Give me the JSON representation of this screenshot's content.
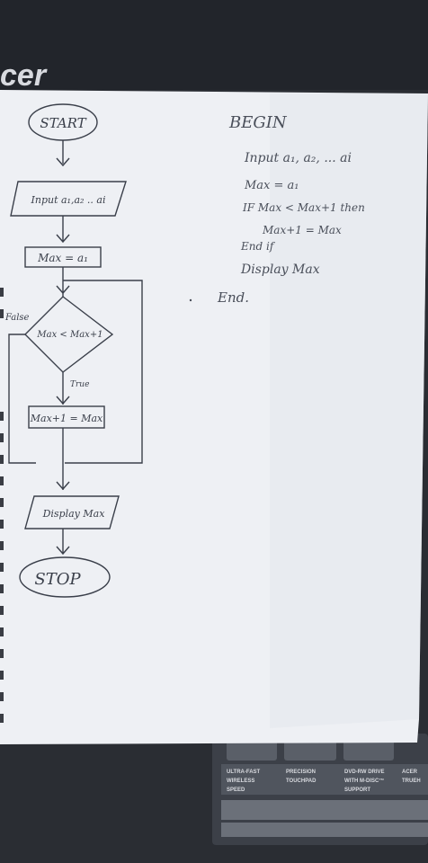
{
  "laptop": {
    "brand": "cer",
    "features": [
      {
        "line1": "ULTRA-FAST",
        "line2": "WIRELESS",
        "line3": "SPEED"
      },
      {
        "line1": "PRECISION",
        "line2": "TOUCHPAD",
        "line3": ""
      },
      {
        "line1": "DVD-RW DRIVE",
        "line2": "WITH M-DISC™",
        "line3": "SUPPORT"
      },
      {
        "line1": "ACER",
        "line2": "TRUEH",
        "line3": ""
      }
    ]
  },
  "flowchart": {
    "start": "START",
    "input": "Input a₁,a₂ .. ai",
    "assign": "Max = a₁",
    "decision": "Max < Max+1",
    "false_label": "False",
    "true_label": "True",
    "update": "Max+1 = Max",
    "display": "Display Max",
    "stop": "STOP"
  },
  "pseudocode": {
    "begin": "BEGIN",
    "line1": "Input a₁, a₂, ... ai",
    "line2": "Max = a₁",
    "line3": "IF Max < Max+1 then",
    "line4": "Max+1 = Max",
    "line5": "End if",
    "line6": "Display Max",
    "end": "End."
  },
  "colors": {
    "background": "#2a2d33",
    "paper": "#eef0f4",
    "ink": "#3a3f4a"
  }
}
